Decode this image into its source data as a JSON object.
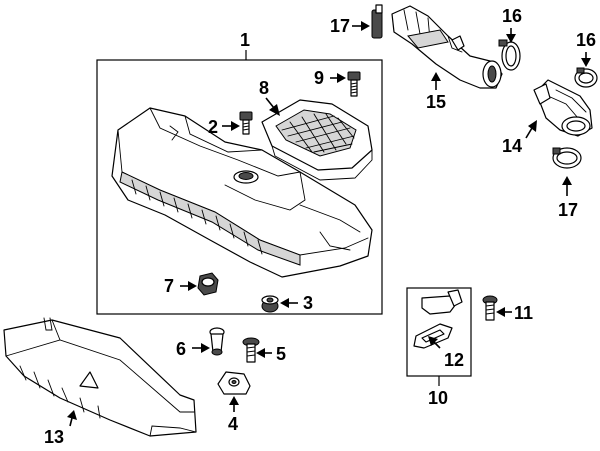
{
  "diagram": {
    "callouts": {
      "c1": "1",
      "c2": "2",
      "c3": "3",
      "c4": "4",
      "c5": "5",
      "c6": "6",
      "c7": "7",
      "c8": "8",
      "c9": "9",
      "c10": "10",
      "c11": "11",
      "c12": "12",
      "c13": "13",
      "c14": "14",
      "c15": "15",
      "c16a": "16",
      "c16b": "16",
      "c17a": "17",
      "c17b": "17"
    }
  }
}
